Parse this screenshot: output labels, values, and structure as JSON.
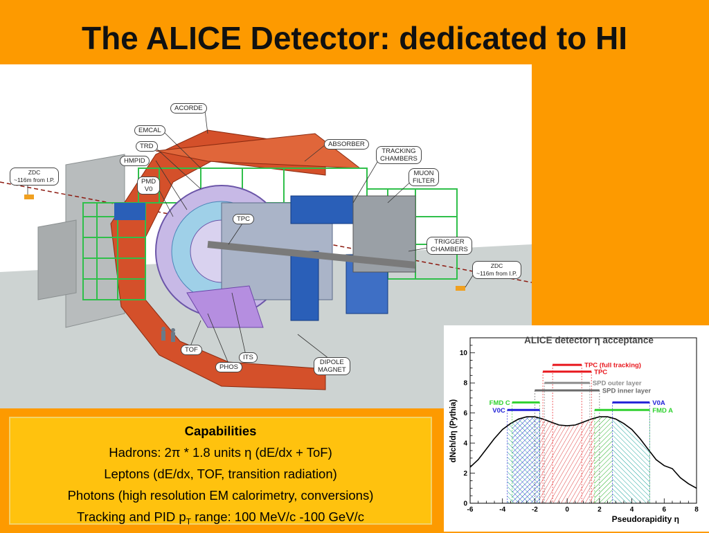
{
  "title": "The ALICE Detector:  dedicated to HI",
  "detector_labels": [
    {
      "id": "acorde",
      "text": "ACORDE"
    },
    {
      "id": "emcal",
      "text": "EMCAL"
    },
    {
      "id": "trd",
      "text": "TRD"
    },
    {
      "id": "hmpid",
      "text": "HMPID"
    },
    {
      "id": "pmd",
      "text": "PMD\nV0"
    },
    {
      "id": "zdc-left",
      "text": "ZDC\n~116m from I.P."
    },
    {
      "id": "absorber",
      "text": "ABSORBER"
    },
    {
      "id": "tracking",
      "text": "TRACKING\nCHAMBERS"
    },
    {
      "id": "muon",
      "text": "MUON\nFILTER"
    },
    {
      "id": "tpc",
      "text": "TPC"
    },
    {
      "id": "trigger",
      "text": "TRIGGER\nCHAMBERS"
    },
    {
      "id": "zdc-right",
      "text": "ZDC\n~116m from I.P."
    },
    {
      "id": "tof",
      "text": "TOF"
    },
    {
      "id": "its",
      "text": "ITS"
    },
    {
      "id": "phos",
      "text": "PHOS"
    },
    {
      "id": "dipole",
      "text": "DIPOLE\nMAGNET"
    }
  ],
  "capabilities": {
    "heading": "Capabilities",
    "line1": "Hadrons: 2π * 1.8 units η (dE/dx + ToF)",
    "line2": "Leptons (dE/dx, TOF, transition radiation)",
    "line3": "Photons (high resolution EM calorimetry, conversions)",
    "line4_pre": "Tracking and PID p",
    "line4_sub": "T",
    "line4_post": " range:  100 MeV/c -100 GeV/c"
  },
  "chart_data": {
    "type": "line",
    "title": "ALICE detector η acceptance",
    "xlabel": "Pseudorapidity η",
    "ylabel": "dNch/dη (Pythia)",
    "xlim": [
      -6,
      8
    ],
    "ylim": [
      0,
      11
    ],
    "xticks": [
      "-6",
      "-4",
      "-2",
      "0",
      "2",
      "4",
      "6",
      "8"
    ],
    "yticks": [
      "0",
      "2",
      "4",
      "6",
      "8",
      "10"
    ],
    "curve": {
      "x": [
        -6,
        -5.5,
        -5,
        -4.5,
        -4,
        -3.5,
        -3,
        -2.5,
        -2,
        -1.5,
        -1,
        -0.5,
        0,
        0.5,
        1,
        1.5,
        2,
        2.5,
        3,
        3.5,
        4,
        4.5,
        5,
        5.5,
        6,
        6.5,
        7,
        7.5,
        8
      ],
      "y": [
        2.4,
        2.9,
        3.6,
        4.3,
        4.9,
        5.3,
        5.6,
        5.75,
        5.75,
        5.6,
        5.4,
        5.2,
        5.15,
        5.2,
        5.4,
        5.6,
        5.75,
        5.75,
        5.6,
        5.3,
        4.9,
        4.3,
        3.6,
        2.9,
        2.5,
        2.3,
        1.7,
        1.3,
        1.0
      ]
    },
    "acceptance_bands": [
      {
        "name": "TPC (full tracking)",
        "range": [
          -0.9,
          0.9
        ],
        "y": 9.2,
        "color": "#e8161c"
      },
      {
        "name": "TPC",
        "range": [
          -1.5,
          1.5
        ],
        "y": 8.75,
        "color": "#e8161c"
      },
      {
        "name": "SPD outer layer",
        "range": [
          -1.4,
          1.4
        ],
        "y": 8.0,
        "color": "#8c8c8c"
      },
      {
        "name": "SPD inner layer",
        "range": [
          -2.0,
          2.0
        ],
        "y": 7.5,
        "color": "#6a6a6a"
      },
      {
        "name": "FMD C",
        "range": [
          -3.4,
          -1.7
        ],
        "y": 6.7,
        "color": "#2fd12f"
      },
      {
        "name": "V0C",
        "range": [
          -3.7,
          -1.7
        ],
        "y": 6.2,
        "color": "#2222d8"
      },
      {
        "name": "V0A",
        "range": [
          2.8,
          5.1
        ],
        "y": 6.7,
        "color": "#2222d8"
      },
      {
        "name": "FMD A",
        "range": [
          1.7,
          5.1
        ],
        "y": 6.2,
        "color": "#2fd12f"
      }
    ],
    "band_labels": [
      "TPC (full tracking)",
      "TPC",
      "SPD outer layer",
      "SPD inner layer",
      "FMD C",
      "V0C",
      "V0A",
      "FMD A"
    ]
  }
}
